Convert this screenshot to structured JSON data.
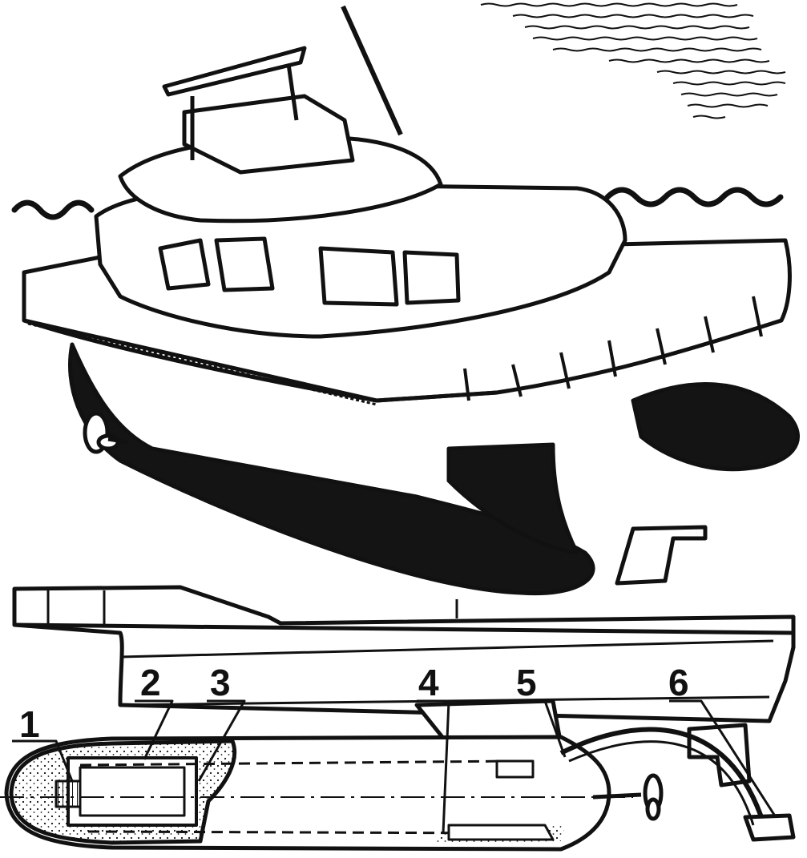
{
  "figure": {
    "callouts": [
      {
        "id": "1",
        "label": "1"
      },
      {
        "id": "2",
        "label": "2"
      },
      {
        "id": "3",
        "label": "3"
      },
      {
        "id": "4",
        "label": "4"
      },
      {
        "id": "5",
        "label": "5"
      },
      {
        "id": "6",
        "label": "6"
      }
    ]
  },
  "colors": {
    "ink": "#111111",
    "paper": "#ffffff"
  }
}
